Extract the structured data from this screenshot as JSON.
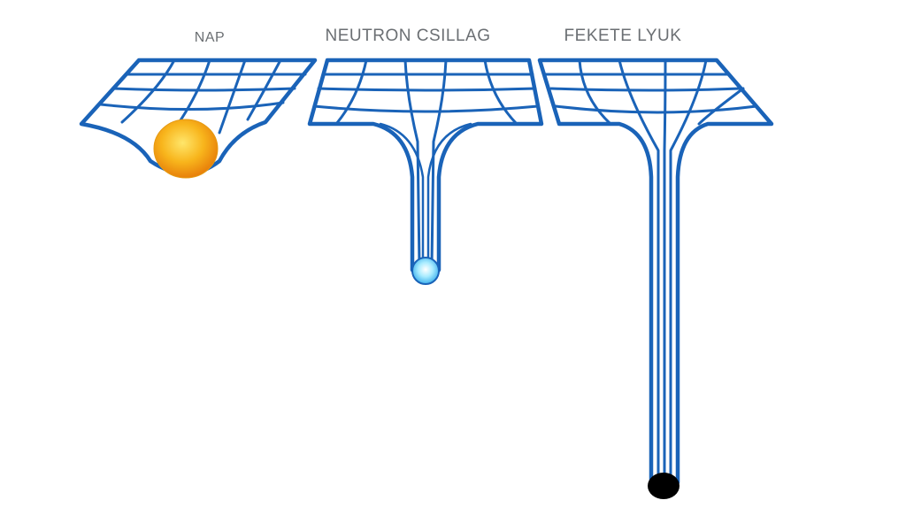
{
  "panels": [
    {
      "id": "sun",
      "label": "NAP",
      "object": "sun",
      "object_color": "#f7b21a"
    },
    {
      "id": "neutron",
      "label": "NEUTRON CSILLAG",
      "object": "neutron-star",
      "object_color": "#5ad0ff"
    },
    {
      "id": "blackhole",
      "label": "FEKETE LYUK",
      "object": "black-hole",
      "object_color": "#000000"
    }
  ],
  "colors": {
    "grid_line": "#1a63b8",
    "grid_light": "#ffffff",
    "label_text": "#6b6f73"
  }
}
